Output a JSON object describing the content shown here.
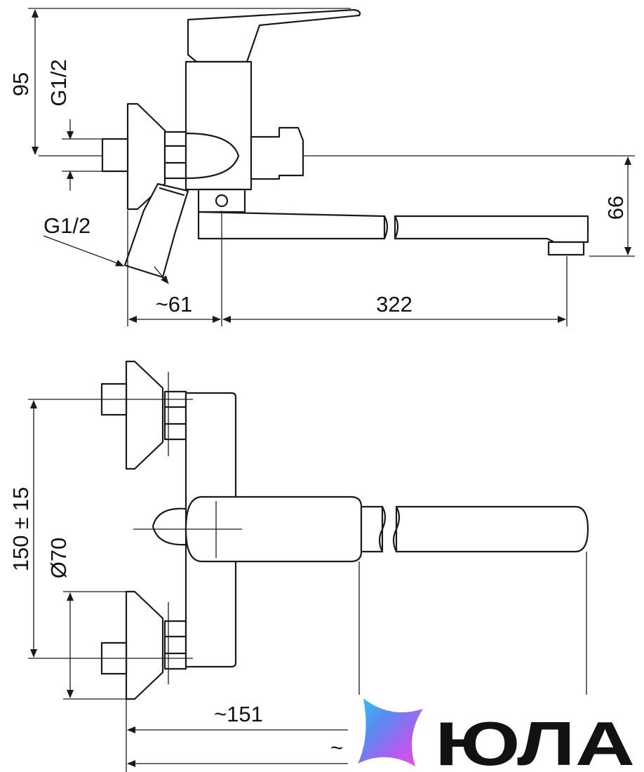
{
  "drawing": {
    "top_view": {
      "dim_height": "95",
      "dim_inlet_thread": "G1/2",
      "dim_hose_thread": "G1/2",
      "dim_spout_height": "66",
      "dim_wall_offset": "~61",
      "dim_spout_reach": "322"
    },
    "front_view": {
      "dim_center_distance": "150 ± 15",
      "dim_flange_diameter": "Ø70",
      "dim_depth": "~151",
      "dim_total": "~"
    }
  },
  "logo": {
    "text": "ЮЛА",
    "gradient_colors": [
      "#2ec4f2",
      "#5b8af0",
      "#b25cf0",
      "#e94fd6"
    ]
  }
}
